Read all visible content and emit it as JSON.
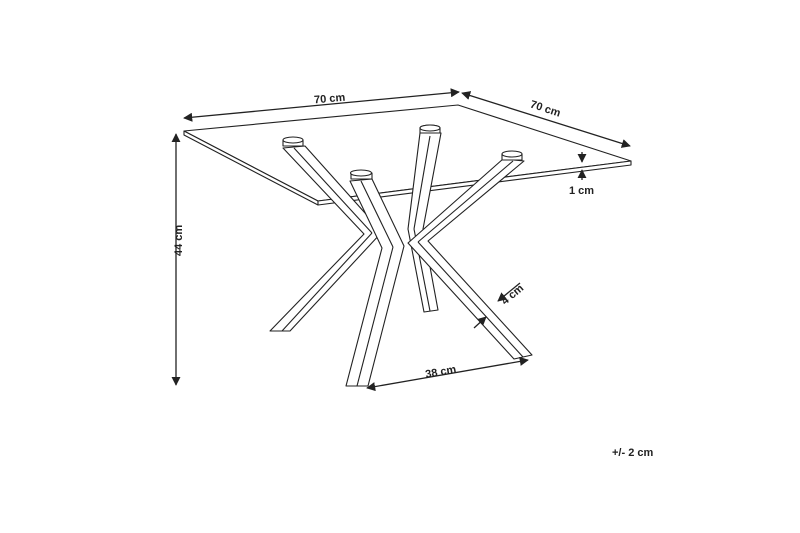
{
  "dimensions": {
    "width_top": "70 cm",
    "depth_right": "70 cm",
    "glass_thickness": "1 cm",
    "height": "44 cm",
    "leg_width": "4 cm",
    "leg_spacing": "38 cm"
  },
  "tolerance": "+/- 2 cm"
}
